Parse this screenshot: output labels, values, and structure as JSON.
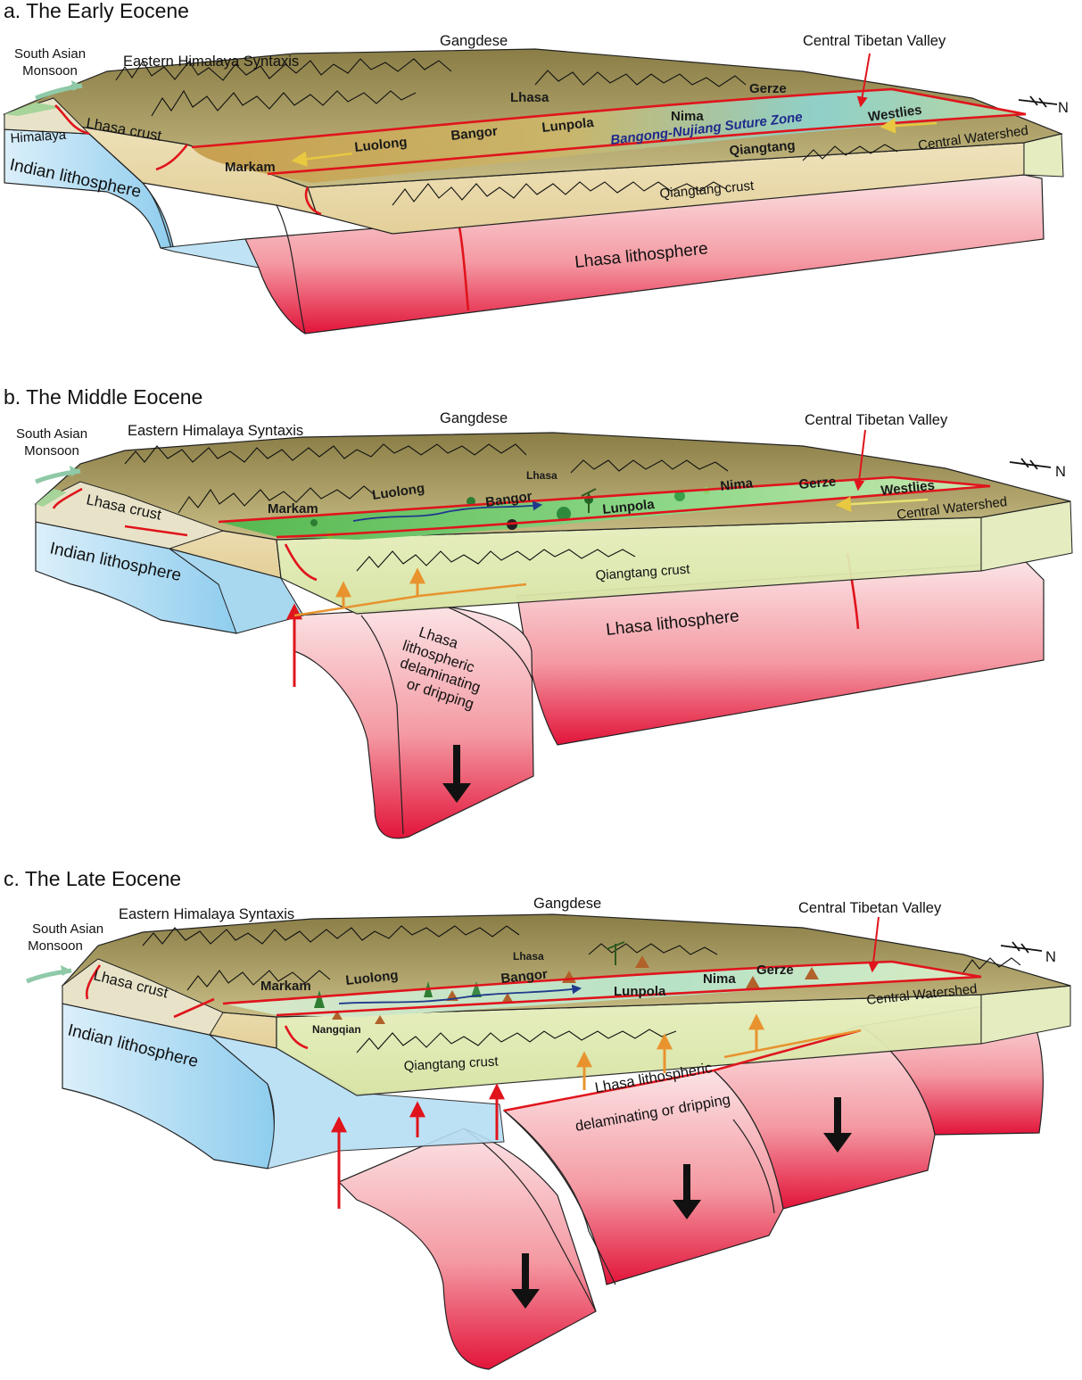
{
  "panels": [
    {
      "id": "a",
      "title": "a. The Early Eocene",
      "labels": {
        "monsoon": [
          "South Asian",
          "Monsoon"
        ],
        "syntaxis": "Eastern Himalaya Syntaxis",
        "gangdese": "Gangdese",
        "valley": "Central Tibetan Valley",
        "north": "N",
        "himalaya": "Himalaya",
        "lhasa_crust": "Lhasa crust",
        "indian": "Indian lithosphere",
        "lhasa_litho": "Lhasa lithosphere",
        "qiangtang_crust": "Qiangtang crust",
        "watershed": "Central Watershed",
        "suture": "Bangong-Nujiang Suture Zone"
      },
      "places": [
        "Lhasa",
        "Gerze",
        "Westlies",
        "Nima",
        "Lunpola",
        "Bangor",
        "Luolong",
        "Markam",
        "Qiangtang"
      ]
    },
    {
      "id": "b",
      "title": "b. The Middle Eocene",
      "labels": {
        "monsoon": [
          "South Asian",
          "Monsoon"
        ],
        "syntaxis": "Eastern Himalaya Syntaxis",
        "gangdese": "Gangdese",
        "valley": "Central Tibetan Valley",
        "north": "N",
        "lhasa_crust": "Lhasa crust",
        "indian": "Indian lithosphere",
        "lhasa_litho": "Lhasa lithosphere",
        "qiangtang_crust": "Qiangtang crust",
        "watershed": "Central Watershed",
        "delam": [
          "Lhasa",
          "lithospheric",
          "delaminating",
          "or dripping"
        ]
      },
      "places": [
        "Lhasa",
        "Markam",
        "Luolong",
        "Bangor",
        "Lunpola",
        "Nima",
        "Gerze",
        "Westlies"
      ]
    },
    {
      "id": "c",
      "title": "c. The Late Eocene",
      "labels": {
        "monsoon": [
          "South Asian",
          "Monsoon"
        ],
        "syntaxis": "Eastern Himalaya Syntaxis",
        "gangdese": "Gangdese",
        "valley": "Central Tibetan Valley",
        "north": "N",
        "lhasa_crust": "Lhasa crust",
        "indian": "Indian lithosphere",
        "qiangtang_crust": "Qiangtang crust",
        "watershed": "Central Watershed",
        "delam": [
          "Lhasa lithospheric",
          "delaminating or dripping"
        ]
      },
      "places": [
        "Lhasa",
        "Markam",
        "Luolong",
        "Bangor",
        "Lunpola",
        "Nima",
        "Gerze",
        "Nangqian"
      ]
    }
  ],
  "colors": {
    "fault": "#e0141c",
    "lithosphere_red": "#ee4a5c",
    "indian_blue": "#a8d8f0",
    "crust": "#e8dab0",
    "valley_green": "#6cc46a",
    "mountains": "#9c8f52",
    "suture_text": "#1f2a8c",
    "upwelling_orange": "#e8932e",
    "monsoon_arrow": "#8fc9a8"
  }
}
